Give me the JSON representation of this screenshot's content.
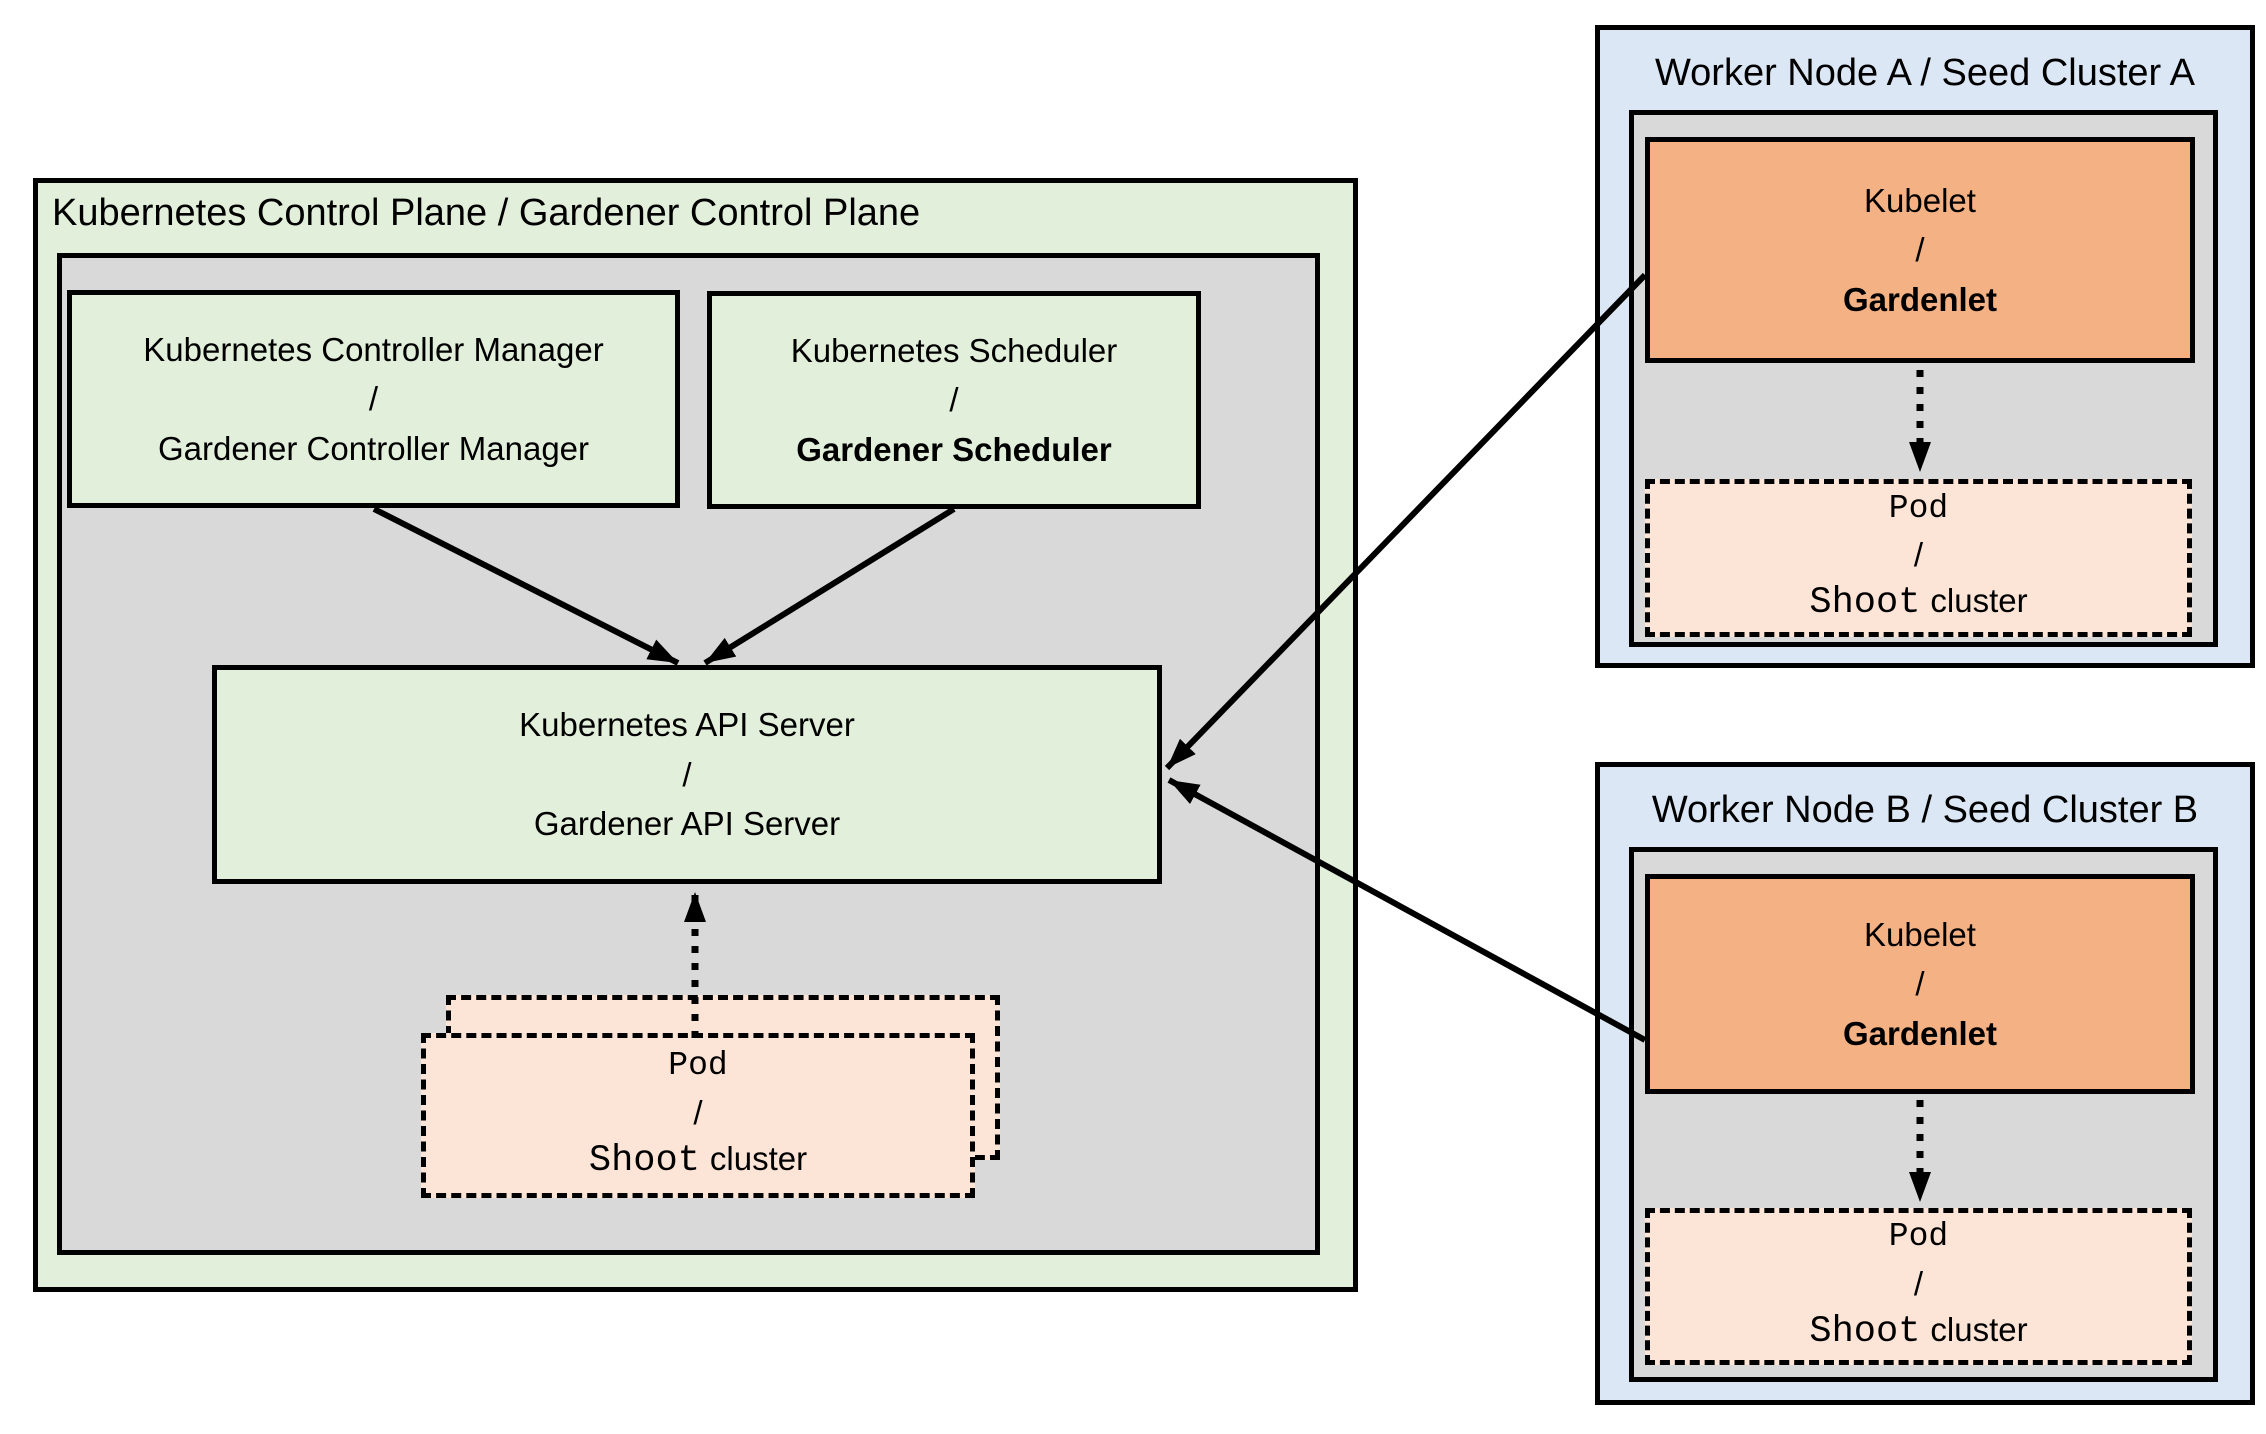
{
  "control_plane": {
    "title": "Kubernetes Control Plane / Gardener Control Plane",
    "controller_manager": {
      "line1": "Kubernetes Controller Manager",
      "sep": "/",
      "line2": "Gardener Controller Manager"
    },
    "scheduler": {
      "line1": "Kubernetes Scheduler",
      "sep": "/",
      "line2": "Gardener Scheduler"
    },
    "api_server": {
      "line1": "Kubernetes API Server",
      "sep": "/",
      "line2": "Gardener API Server"
    },
    "pod_stack": {
      "line1": "Pod",
      "sep": "/",
      "line2_mono": "Shoot",
      "line2_sans": "cluster"
    }
  },
  "worker_a": {
    "title": "Worker Node A / Seed Cluster A",
    "kubelet": {
      "line1": "Kubelet",
      "sep": "/",
      "line2": "Gardenlet"
    },
    "pod": {
      "line1": "Pod",
      "sep": "/",
      "line2_mono": "Shoot",
      "line2_sans": "cluster"
    }
  },
  "worker_b": {
    "title": "Worker Node B / Seed Cluster B",
    "kubelet": {
      "line1": "Kubelet",
      "sep": "/",
      "line2": "Gardenlet"
    },
    "pod": {
      "line1": "Pod",
      "sep": "/",
      "line2_mono": "Shoot",
      "line2_sans": "cluster"
    }
  },
  "colors": {
    "container_green": "#e2efda",
    "inner_gray": "#d9d9d9",
    "worker_blue": "#dbe7f4",
    "kubelet_orange": "#f4b183",
    "pod_peach": "#fce4d6",
    "border_black": "#000000",
    "page_background": "#ffffff"
  }
}
